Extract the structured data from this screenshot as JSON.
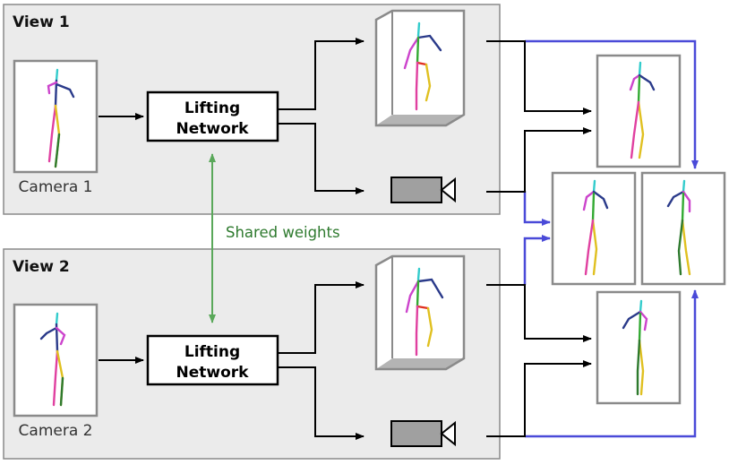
{
  "views": [
    {
      "title": "View 1",
      "camera_label": "Camera 1",
      "network_line1": "Lifting",
      "network_line2": "Network"
    },
    {
      "title": "View 2",
      "camera_label": "Camera 2",
      "network_line1": "Lifting",
      "network_line2": "Network"
    }
  ],
  "shared_weights_label": "Shared weights",
  "colors": {
    "view_background": "#ebebeb",
    "shared_weights": "#2e7a2e",
    "reprojection_arrows": "#4a4ad8",
    "camera_icon": "#a0a0a0",
    "floor": "#b4b4b4"
  },
  "skeleton_colors": {
    "head": "#33cccc",
    "left_arm": "#2a3a8a",
    "right_arm": "#cc44cc",
    "torso": "#2a3a8a",
    "left_leg": "#e0c020",
    "right_leg": "#e040a0",
    "lower_leg": "#2e7a2e",
    "hip": "#e03020",
    "spine": "#33aa33"
  }
}
